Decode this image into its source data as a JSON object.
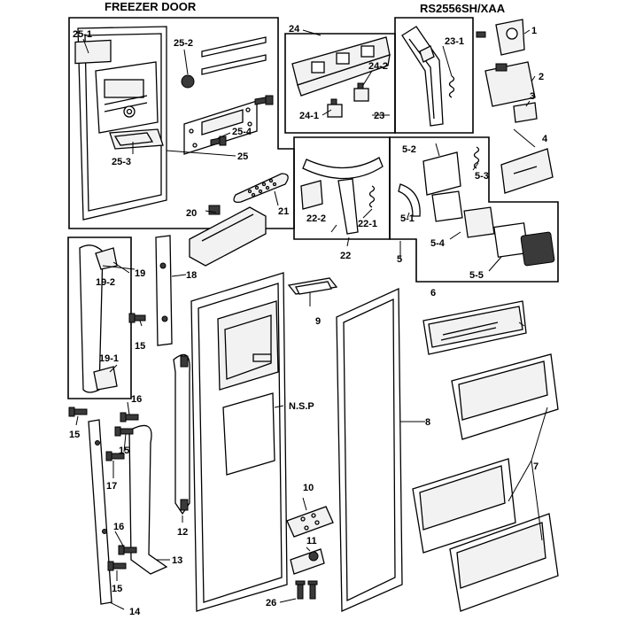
{
  "header": {
    "section_title": "FREEZER DOOR",
    "model": "RS2556SH/XAA"
  },
  "callouts": {
    "c1": "1",
    "c2": "2",
    "c3": "3",
    "c4": "4",
    "c5": "5",
    "c5_1": "5-1",
    "c5_2": "5-2",
    "c5_3": "5-3",
    "c5_4": "5-4",
    "c5_5": "5-5",
    "c6": "6",
    "c7": "7",
    "c8": "8",
    "c9": "9",
    "c10": "10",
    "c11": "11",
    "c12": "12",
    "c13": "13",
    "c14": "14",
    "c15a": "15",
    "c15b": "15",
    "c15c": "15",
    "c15d": "15",
    "c16a": "16",
    "c16b": "16",
    "c17": "17",
    "c18": "18",
    "c19": "19",
    "c19_1": "19-1",
    "c19_2": "19-2",
    "c20": "20",
    "c21": "21",
    "c22": "22",
    "c22_1": "22-1",
    "c22_2": "22-2",
    "c23": "23",
    "c23_1": "23-1",
    "c24": "24",
    "c24_1": "24-1",
    "c24_2": "24-2",
    "c25": "25",
    "c25_1": "25-1",
    "c25_2": "25-2",
    "c25_3": "25-3",
    "c25_4": "25-4",
    "c26": "26",
    "nsp": "N.S.P"
  },
  "colors": {
    "line": "#000000",
    "part_fill": "#f2f2f2",
    "background": "#ffffff"
  }
}
